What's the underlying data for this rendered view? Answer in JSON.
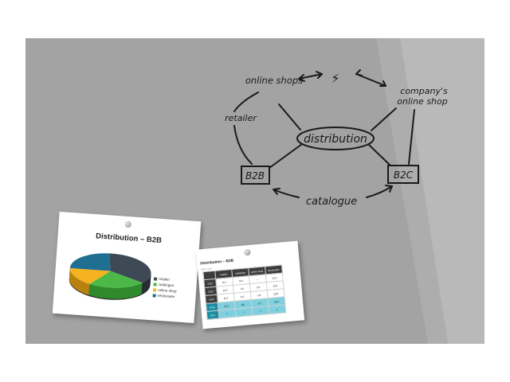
{
  "whiteboard": {
    "diagram": {
      "center": "distribution",
      "top_left": "online shops",
      "top_right_line1": "company's",
      "top_right_line2": "online shop",
      "left_edge": "retailer",
      "bottom_left": "B2B",
      "bottom_right": "B2C",
      "bottom_edge": "catalogue",
      "symbol": "⚡"
    }
  },
  "pie_card": {
    "title": "Distribution – B2B",
    "legend": [
      {
        "label": "retailer",
        "color": "#3d4a55"
      },
      {
        "label": "catalogue",
        "color": "#4cb848"
      },
      {
        "label": "online shop",
        "color": "#f5b41f"
      },
      {
        "label": "wholesaler",
        "color": "#1f6f93"
      }
    ]
  },
  "table_card": {
    "title": "Distribution – B2B",
    "subtitle": "sales, Euro",
    "headers": [
      "",
      "retailer",
      "catalogue",
      "online shop",
      "wholesaler"
    ],
    "rows": [
      [
        "2013",
        "10.7",
        "8.3",
        "–",
        "12.5"
      ],
      [
        "2014",
        "11.0",
        "7.9",
        "0.5",
        "14.6"
      ],
      [
        "2015",
        "11.3",
        "8.5",
        "1.8",
        "15.8"
      ],
      [
        "2016",
        "12.1",
        "8.0",
        "3.7",
        "16.4"
      ],
      [
        "2017",
        "?",
        "?",
        "?",
        "?"
      ]
    ]
  },
  "colors": {
    "board": "#a3a3a3",
    "ink": "#1a1a1a",
    "table_highlight": "#7fd0de"
  }
}
